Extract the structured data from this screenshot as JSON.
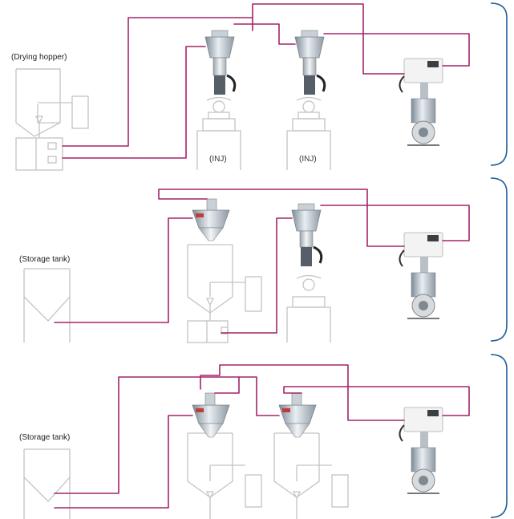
{
  "labels": {
    "drying_hopper": "(Drying hopper)",
    "storage_tank_1": "(Storage tank)",
    "storage_tank_2": "(Storage tank)",
    "inj_1": "(INJ)",
    "inj_2": "(INJ)"
  },
  "colors": {
    "pipe": "#a4236a",
    "bracket": "#1f5e9c",
    "outline": "#c4c4c4"
  }
}
